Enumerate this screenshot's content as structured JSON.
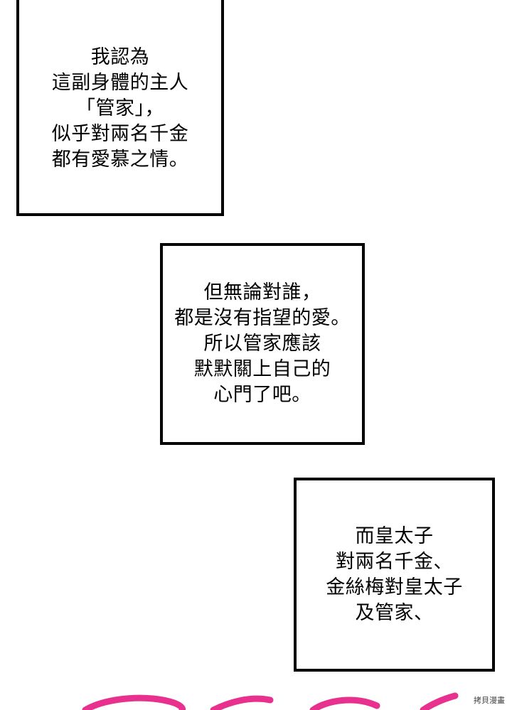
{
  "captions": [
    {
      "lines": [
        "我認為",
        "這副身體的主人",
        "「管家」，",
        "似乎對兩名千金",
        "都有愛慕之情。"
      ]
    },
    {
      "lines": [
        "但無論對誰，",
        "都是沒有指望的愛。",
        "所以管家應該",
        "默默關上自己的",
        "心門了吧。"
      ]
    },
    {
      "lines": [
        "而皇太子",
        "對兩名千金、",
        "金絲梅對皇太子",
        "及管家、"
      ]
    }
  ],
  "watermark": "拷貝漫畫",
  "colors": {
    "sfx": "#e8318f",
    "border": "#000000"
  }
}
